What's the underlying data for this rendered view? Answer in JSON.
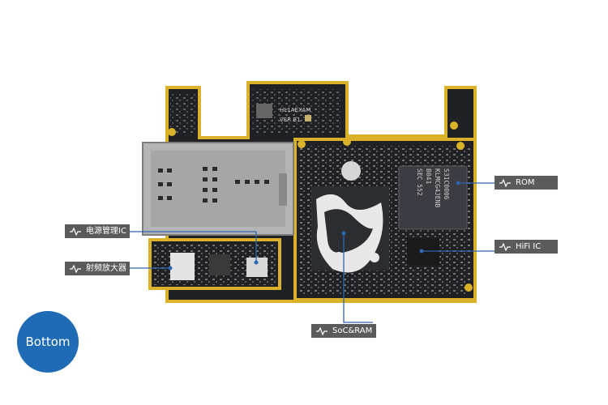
{
  "board": {
    "silkscreen_left": "HL1AEXAM",
    "silkscreen_right": "VER B1",
    "rom_chip_text": [
      "S31C0006",
      "KLMCG4JENB",
      "B041",
      "SEC 552"
    ]
  },
  "callouts": {
    "pmic": "电源管理IC",
    "rf_amp": "射频放大器",
    "soc_ram": "SoC&RAM",
    "rom": "ROM",
    "hifi": "HiFi IC"
  },
  "badge": {
    "label": "Bottom"
  },
  "colors": {
    "badge": "#1f6bb5",
    "callout_bg": "#5b5b5b",
    "callout_line": "#2e66b0",
    "pcb": "#1f2124",
    "gold_trace": "#d9b22a"
  },
  "icons": {
    "callout": "pulse-icon"
  }
}
